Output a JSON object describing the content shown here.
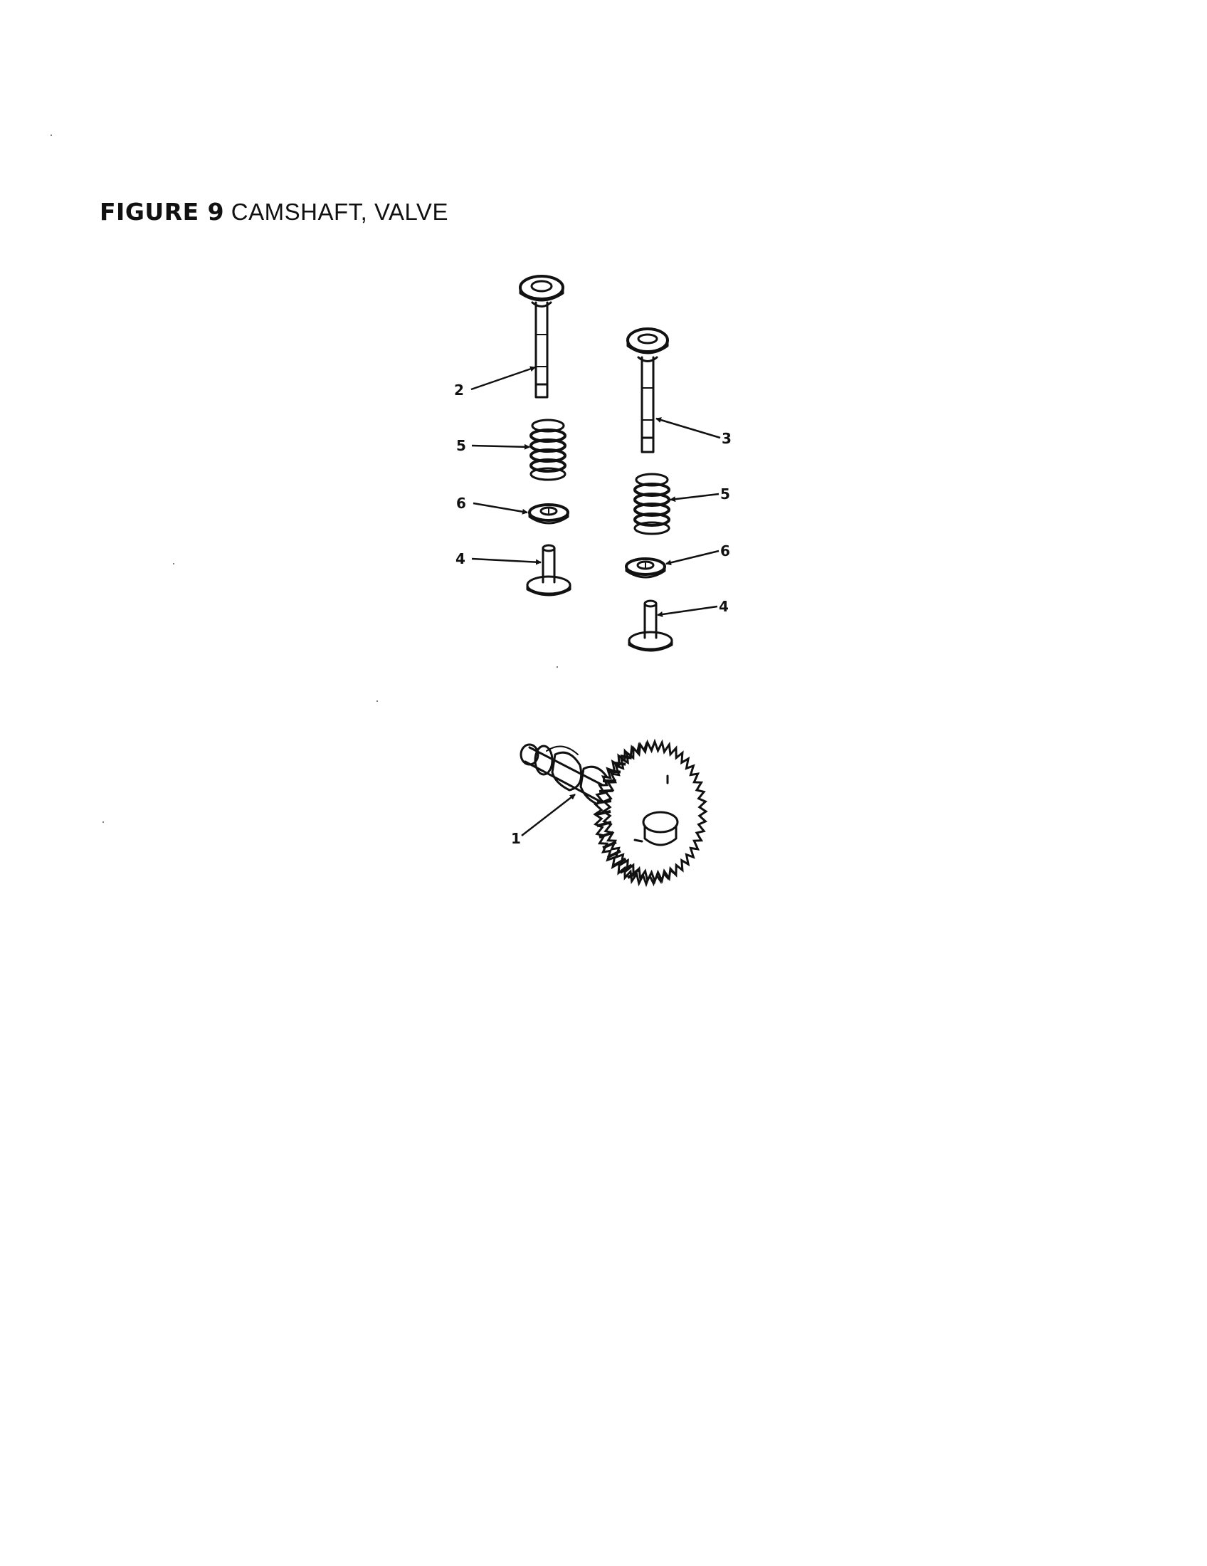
{
  "figure": {
    "label": "FIGURE 9",
    "title": "CAMSHAFT, VALVE"
  },
  "callouts": {
    "camshaft": "1",
    "valve_left": "2",
    "valve_right": "3",
    "tappet_left": "4",
    "tappet_right": "4",
    "spring_left": "5",
    "spring_right": "5",
    "retainer_left": "6",
    "retainer_right": "6"
  }
}
